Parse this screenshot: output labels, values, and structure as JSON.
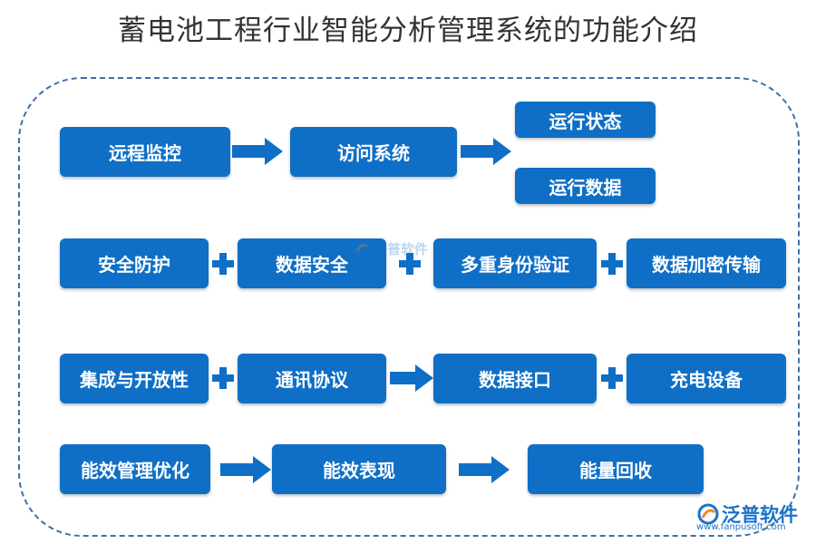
{
  "title": "蓄电池工程行业智能分析管理系统的功能介绍",
  "rows": {
    "row1": [
      "远程监控",
      "访问系统",
      "运行状态",
      "运行数据"
    ],
    "row2": [
      "安全防护",
      "数据安全",
      "多重身份验证",
      "数据加密传输"
    ],
    "row3": [
      "集成与开放性",
      "通讯协议",
      "数据接口",
      "充电设备"
    ],
    "row4": [
      "能效管理优化",
      "能效表现",
      "能量回收"
    ]
  },
  "connectors": {
    "row1": [
      "arrow",
      "arrow"
    ],
    "row2": [
      "plus",
      "plus",
      "plus"
    ],
    "row3": [
      "plus",
      "arrow",
      "plus"
    ],
    "row4": [
      "arrow",
      "arrow"
    ]
  },
  "watermark": "泛普软件",
  "logo": {
    "text": "泛普软件",
    "url": "www.fanpusoft.com"
  },
  "colors": {
    "box": "#0f6fc6",
    "frame": "#3f6fa8",
    "title": "#333333"
  }
}
